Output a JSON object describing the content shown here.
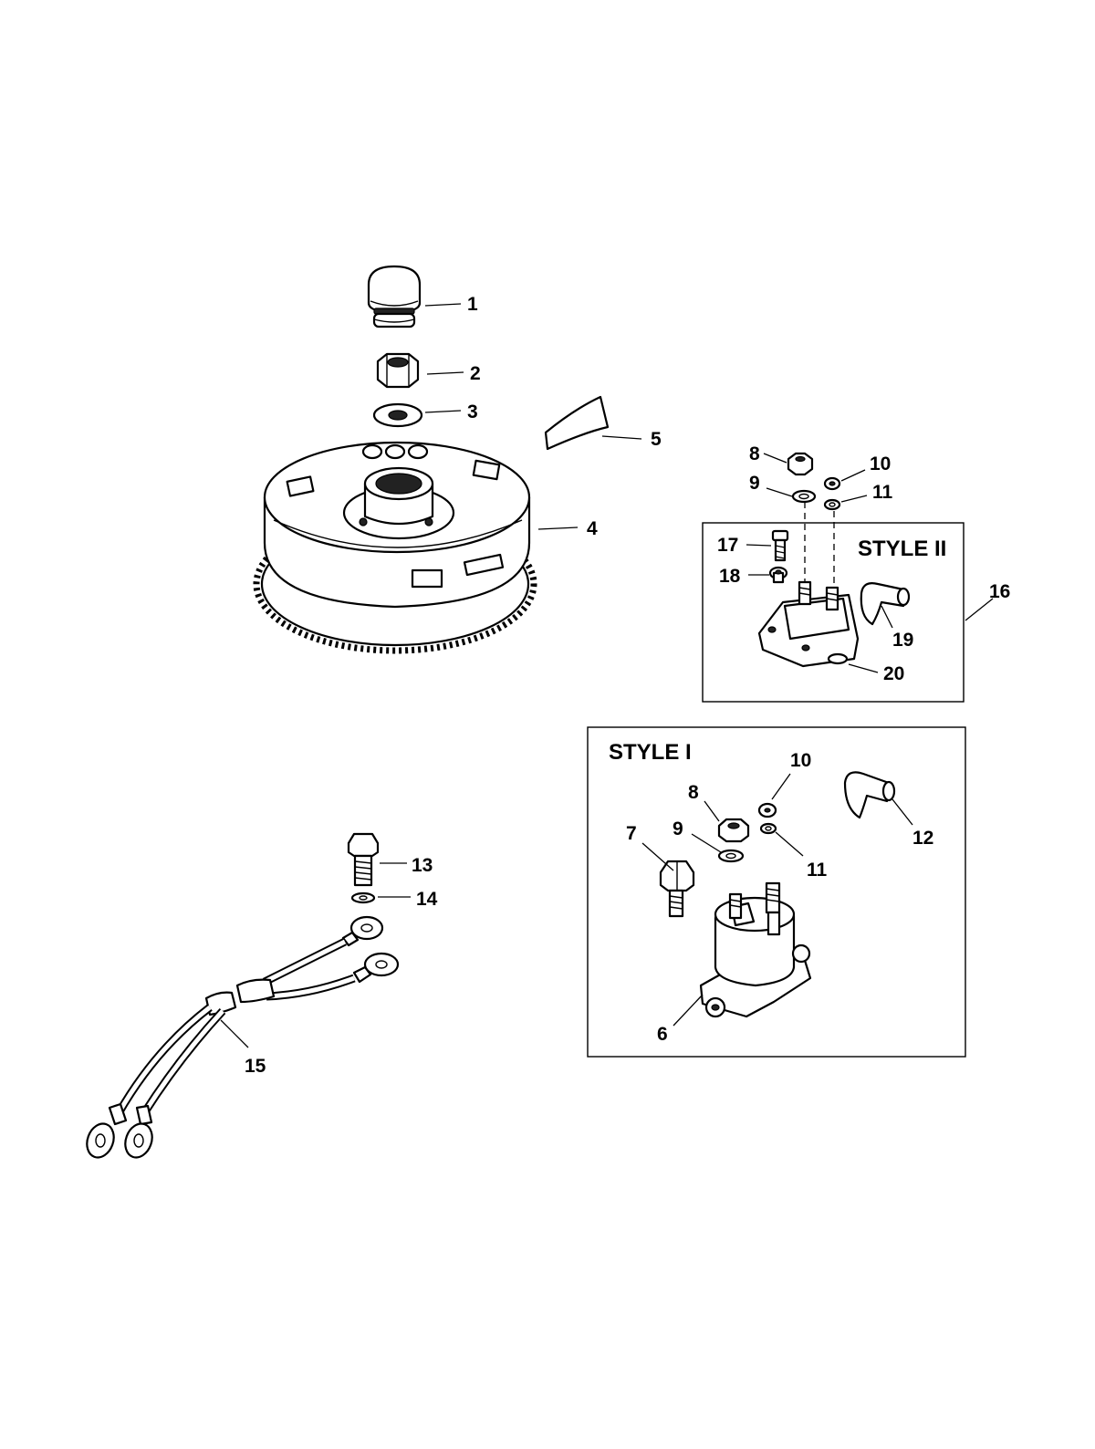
{
  "diagram": {
    "callouts": {
      "c1": "1",
      "c2": "2",
      "c3": "3",
      "c4": "4",
      "c5": "5",
      "c8": "8",
      "c9": "9",
      "c10": "10",
      "c11": "11",
      "c16": "16",
      "c17": "17",
      "c18": "18",
      "c19": "19",
      "c20": "20",
      "c6": "6",
      "c7": "7",
      "c8b": "8",
      "c9b": "9",
      "c10b": "10",
      "c11b": "11",
      "c12": "12",
      "c13": "13",
      "c14": "14",
      "c15": "15"
    },
    "style_ii_title": "STYLE II",
    "style_i_title": "STYLE I"
  }
}
